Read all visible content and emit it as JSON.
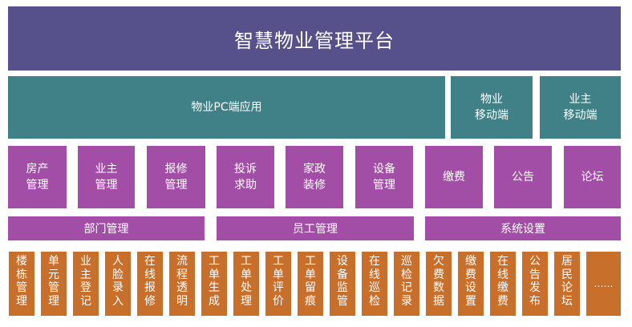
{
  "platform": {
    "title": "智慧物业管理平台"
  },
  "apps": {
    "pc": "物业PC端应用",
    "mobile_property": "物业\n移动端",
    "mobile_owner": "业主\n移动端"
  },
  "modules": [
    "房产\n管理",
    "业主\n管理",
    "报修\n管理",
    "投诉\n求助",
    "家政\n装修",
    "设备\n管理",
    "缴费",
    "公告",
    "论坛"
  ],
  "bars": [
    "部门管理",
    "员工管理",
    "系统设置"
  ],
  "functions": [
    "楼\n栋\n管\n理",
    "单\n元\n管\n理",
    "业\n主\n登\n记",
    "人\n脸\n录\n入",
    "在\n线\n报\n修",
    "流\n程\n透\n明",
    "工\n单\n生\n成",
    "工\n单\n处\n理",
    "工\n单\n评\n价",
    "工\n单\n留\n痕",
    "设\n备\n监\n管",
    "在\n线\n巡\n检",
    "巡\n检\n记\n录",
    "欠\n费\n数\n据",
    "缴\n费\n设\n置",
    "在\n线\n缴\n费",
    "公\n告\n发\n布",
    "居\n民\n论\n坛"
  ],
  "more_label": "……",
  "colors": {
    "title_bg": "#56518a",
    "app_bg": "#408087",
    "module_bg": "#a24ea6",
    "function_bg": "#c86f2c"
  }
}
